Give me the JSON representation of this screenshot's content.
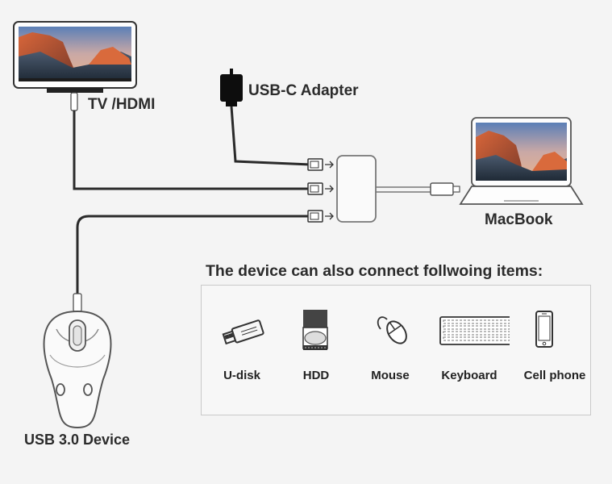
{
  "labels": {
    "tv": "TV /HDMI",
    "adapter": "USB-C Adapter",
    "macbook": "MacBook",
    "usb_device": "USB 3.0 Device",
    "also_connect": "The device can also connect follwoing items:"
  },
  "items": [
    {
      "label": "U-disk",
      "icon": "usb-stick-icon"
    },
    {
      "label": "HDD",
      "icon": "hard-drive-icon"
    },
    {
      "label": "Mouse",
      "icon": "mouse-icon"
    },
    {
      "label": "Keyboard",
      "icon": "keyboard-icon"
    },
    {
      "label": "Cell phone",
      "icon": "cell-phone-icon"
    }
  ],
  "colors": {
    "cable": "#2a2a2a",
    "outline": "#555555",
    "text": "#2b2b2b"
  }
}
